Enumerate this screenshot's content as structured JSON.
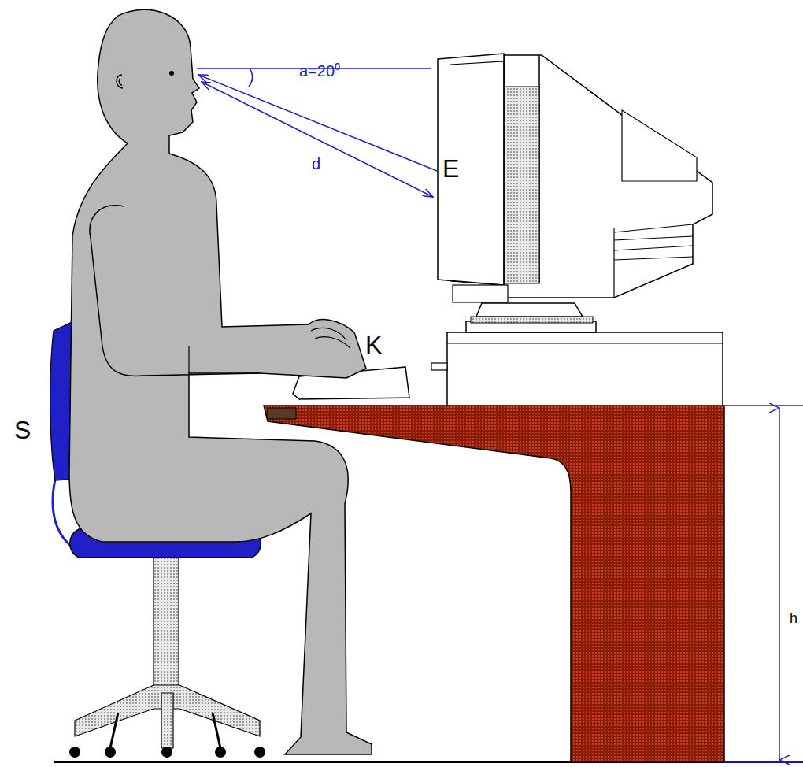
{
  "diagram": {
    "labels": [
      "a=20⁰",
      "d",
      "E",
      "K",
      "S",
      "h"
    ]
  }
}
